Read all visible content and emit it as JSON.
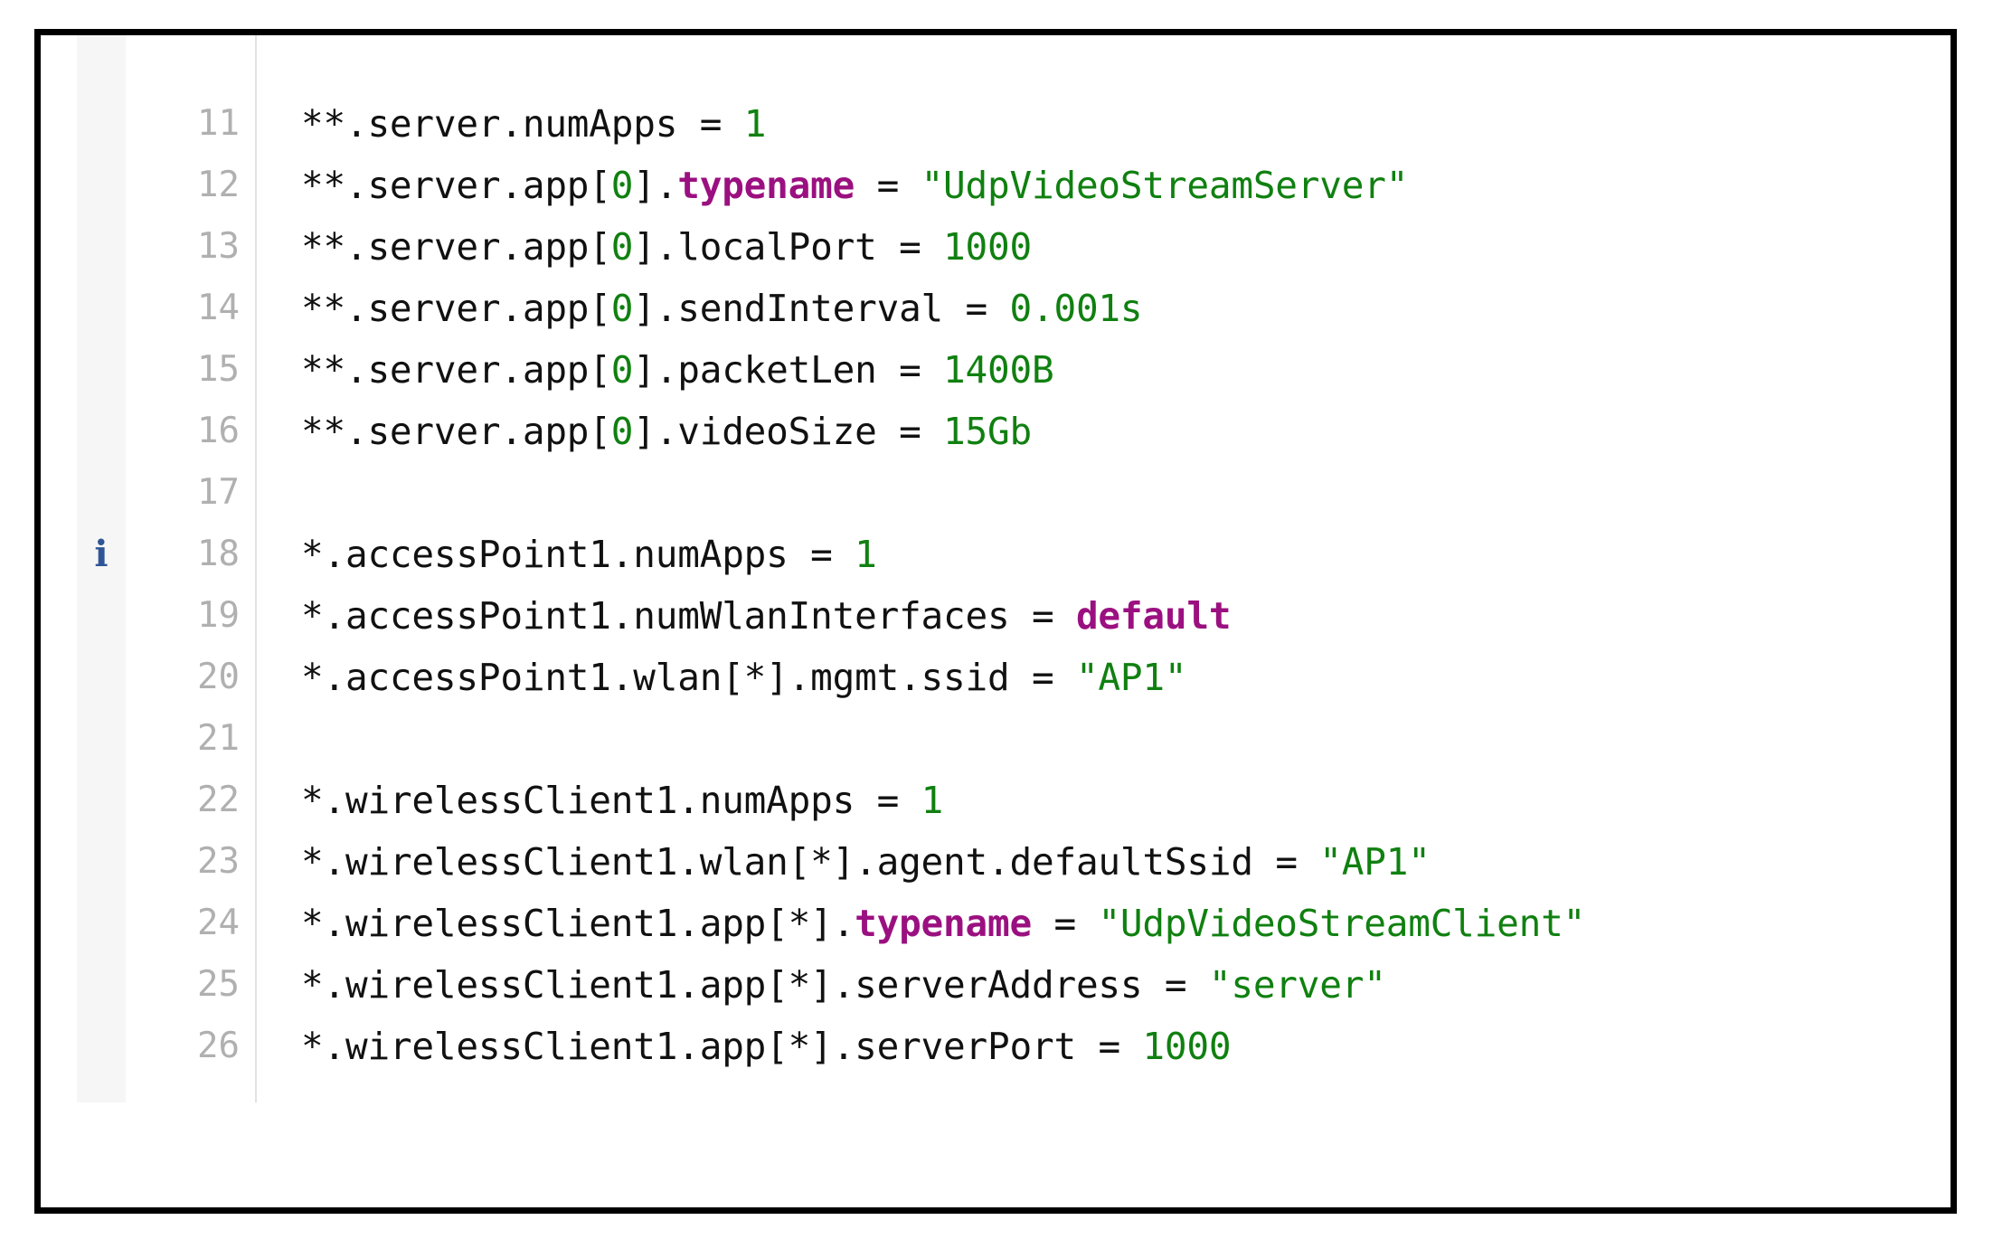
{
  "editor": {
    "name": "ini-configuration-editor",
    "colors": {
      "frame_border": "#000000",
      "background": "#ffffff",
      "gutter_background": "#f6f6f6",
      "gutter_separator": "#e2e2e2",
      "line_number": "#b0b0b0",
      "plain_text": "#111111",
      "property_keyword": "#9b1080",
      "number_literal": "#108010",
      "string_literal": "#108010",
      "info_marker": "#2f5597"
    },
    "marker_icon": "info-icon",
    "lines": [
      {
        "number": "11",
        "marker": "",
        "tokens": [
          {
            "t": "**.server.numApps ",
            "c": "plain"
          },
          {
            "t": "= ",
            "c": "eq"
          },
          {
            "t": "1",
            "c": "num"
          }
        ]
      },
      {
        "number": "12",
        "marker": "",
        "tokens": [
          {
            "t": "**.server.app[",
            "c": "plain"
          },
          {
            "t": "0",
            "c": "num"
          },
          {
            "t": "].",
            "c": "plain"
          },
          {
            "t": "typename",
            "c": "prop"
          },
          {
            "t": " = ",
            "c": "eq"
          },
          {
            "t": "\"UdpVideoStreamServer\"",
            "c": "str"
          }
        ]
      },
      {
        "number": "13",
        "marker": "",
        "tokens": [
          {
            "t": "**.server.app[",
            "c": "plain"
          },
          {
            "t": "0",
            "c": "num"
          },
          {
            "t": "].localPort ",
            "c": "plain"
          },
          {
            "t": "= ",
            "c": "eq"
          },
          {
            "t": "1000",
            "c": "num"
          }
        ]
      },
      {
        "number": "14",
        "marker": "",
        "tokens": [
          {
            "t": "**.server.app[",
            "c": "plain"
          },
          {
            "t": "0",
            "c": "num"
          },
          {
            "t": "].sendInterval ",
            "c": "plain"
          },
          {
            "t": "= ",
            "c": "eq"
          },
          {
            "t": "0.001s",
            "c": "num"
          }
        ]
      },
      {
        "number": "15",
        "marker": "",
        "tokens": [
          {
            "t": "**.server.app[",
            "c": "plain"
          },
          {
            "t": "0",
            "c": "num"
          },
          {
            "t": "].packetLen ",
            "c": "plain"
          },
          {
            "t": "= ",
            "c": "eq"
          },
          {
            "t": "1400B",
            "c": "num"
          }
        ]
      },
      {
        "number": "16",
        "marker": "",
        "tokens": [
          {
            "t": "**.server.app[",
            "c": "plain"
          },
          {
            "t": "0",
            "c": "num"
          },
          {
            "t": "].videoSize ",
            "c": "plain"
          },
          {
            "t": "= ",
            "c": "eq"
          },
          {
            "t": "15Gb",
            "c": "num"
          }
        ]
      },
      {
        "number": "17",
        "marker": "",
        "tokens": []
      },
      {
        "number": "18",
        "marker": "i",
        "tokens": [
          {
            "t": "*.accessPoint1.numApps ",
            "c": "plain"
          },
          {
            "t": "= ",
            "c": "eq"
          },
          {
            "t": "1",
            "c": "num"
          }
        ]
      },
      {
        "number": "19",
        "marker": "",
        "tokens": [
          {
            "t": "*.accessPoint1.numWlanInterfaces ",
            "c": "plain"
          },
          {
            "t": "= ",
            "c": "eq"
          },
          {
            "t": "default",
            "c": "kw"
          }
        ]
      },
      {
        "number": "20",
        "marker": "",
        "tokens": [
          {
            "t": "*.accessPoint1.wlan[*].mgmt.ssid ",
            "c": "plain"
          },
          {
            "t": "= ",
            "c": "eq"
          },
          {
            "t": "\"AP1\"",
            "c": "str"
          }
        ]
      },
      {
        "number": "21",
        "marker": "",
        "tokens": []
      },
      {
        "number": "22",
        "marker": "",
        "tokens": [
          {
            "t": "*.wirelessClient1.numApps ",
            "c": "plain"
          },
          {
            "t": "= ",
            "c": "eq"
          },
          {
            "t": "1",
            "c": "num"
          }
        ]
      },
      {
        "number": "23",
        "marker": "",
        "tokens": [
          {
            "t": "*.wirelessClient1.wlan[*].agent.defaultSsid ",
            "c": "plain"
          },
          {
            "t": "= ",
            "c": "eq"
          },
          {
            "t": "\"AP1\"",
            "c": "str"
          }
        ]
      },
      {
        "number": "24",
        "marker": "",
        "tokens": [
          {
            "t": "*.wirelessClient1.app[*].",
            "c": "plain"
          },
          {
            "t": "typename",
            "c": "prop"
          },
          {
            "t": " = ",
            "c": "eq"
          },
          {
            "t": "\"UdpVideoStreamClient\"",
            "c": "str"
          }
        ]
      },
      {
        "number": "25",
        "marker": "",
        "tokens": [
          {
            "t": "*.wirelessClient1.app[*].serverAddress ",
            "c": "plain"
          },
          {
            "t": "= ",
            "c": "eq"
          },
          {
            "t": "\"server\"",
            "c": "str"
          }
        ]
      },
      {
        "number": "26",
        "marker": "",
        "tokens": [
          {
            "t": "*.wirelessClient1.app[*].serverPort ",
            "c": "plain"
          },
          {
            "t": "= ",
            "c": "eq"
          },
          {
            "t": "1000",
            "c": "num"
          }
        ]
      }
    ]
  }
}
